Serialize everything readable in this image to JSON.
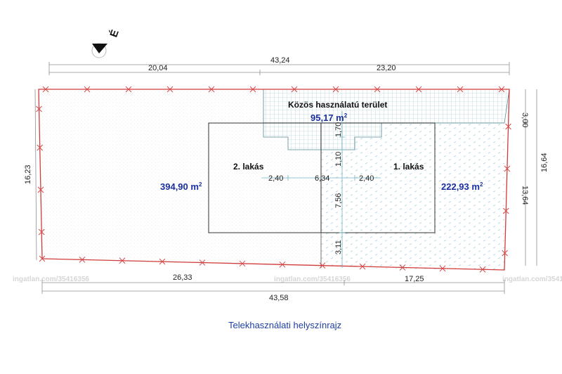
{
  "north_label": "É",
  "caption": "Telekhasználati helyszínrajz",
  "watermark": "ingatlan.com/35416356",
  "common_area": {
    "label": "Közös használatú terület",
    "area_value": "95,17 m",
    "area_unit_sup": "2"
  },
  "unit_left": {
    "label": "2. lakás",
    "area_value": "394,90 m",
    "area_unit_sup": "2"
  },
  "unit_right": {
    "label": "1. lakás",
    "area_value": "222,93 m",
    "area_unit_sup": "2"
  },
  "dimensions": {
    "top_total": "43,24",
    "top_left": "20,04",
    "top_right": "23,20",
    "bottom_total": "43,58",
    "bottom_left": "26,33",
    "bottom_right": "17,25",
    "left_side": "16,23",
    "right_top": "3,00",
    "right_mid": "13,64",
    "right_total": "16,64",
    "v_1": "1,70",
    "v_2": "1,10",
    "v_3": "7,56",
    "v_4": "3,11",
    "h_1": "2,40",
    "h_2": "6,34",
    "h_3": "2,40"
  }
}
